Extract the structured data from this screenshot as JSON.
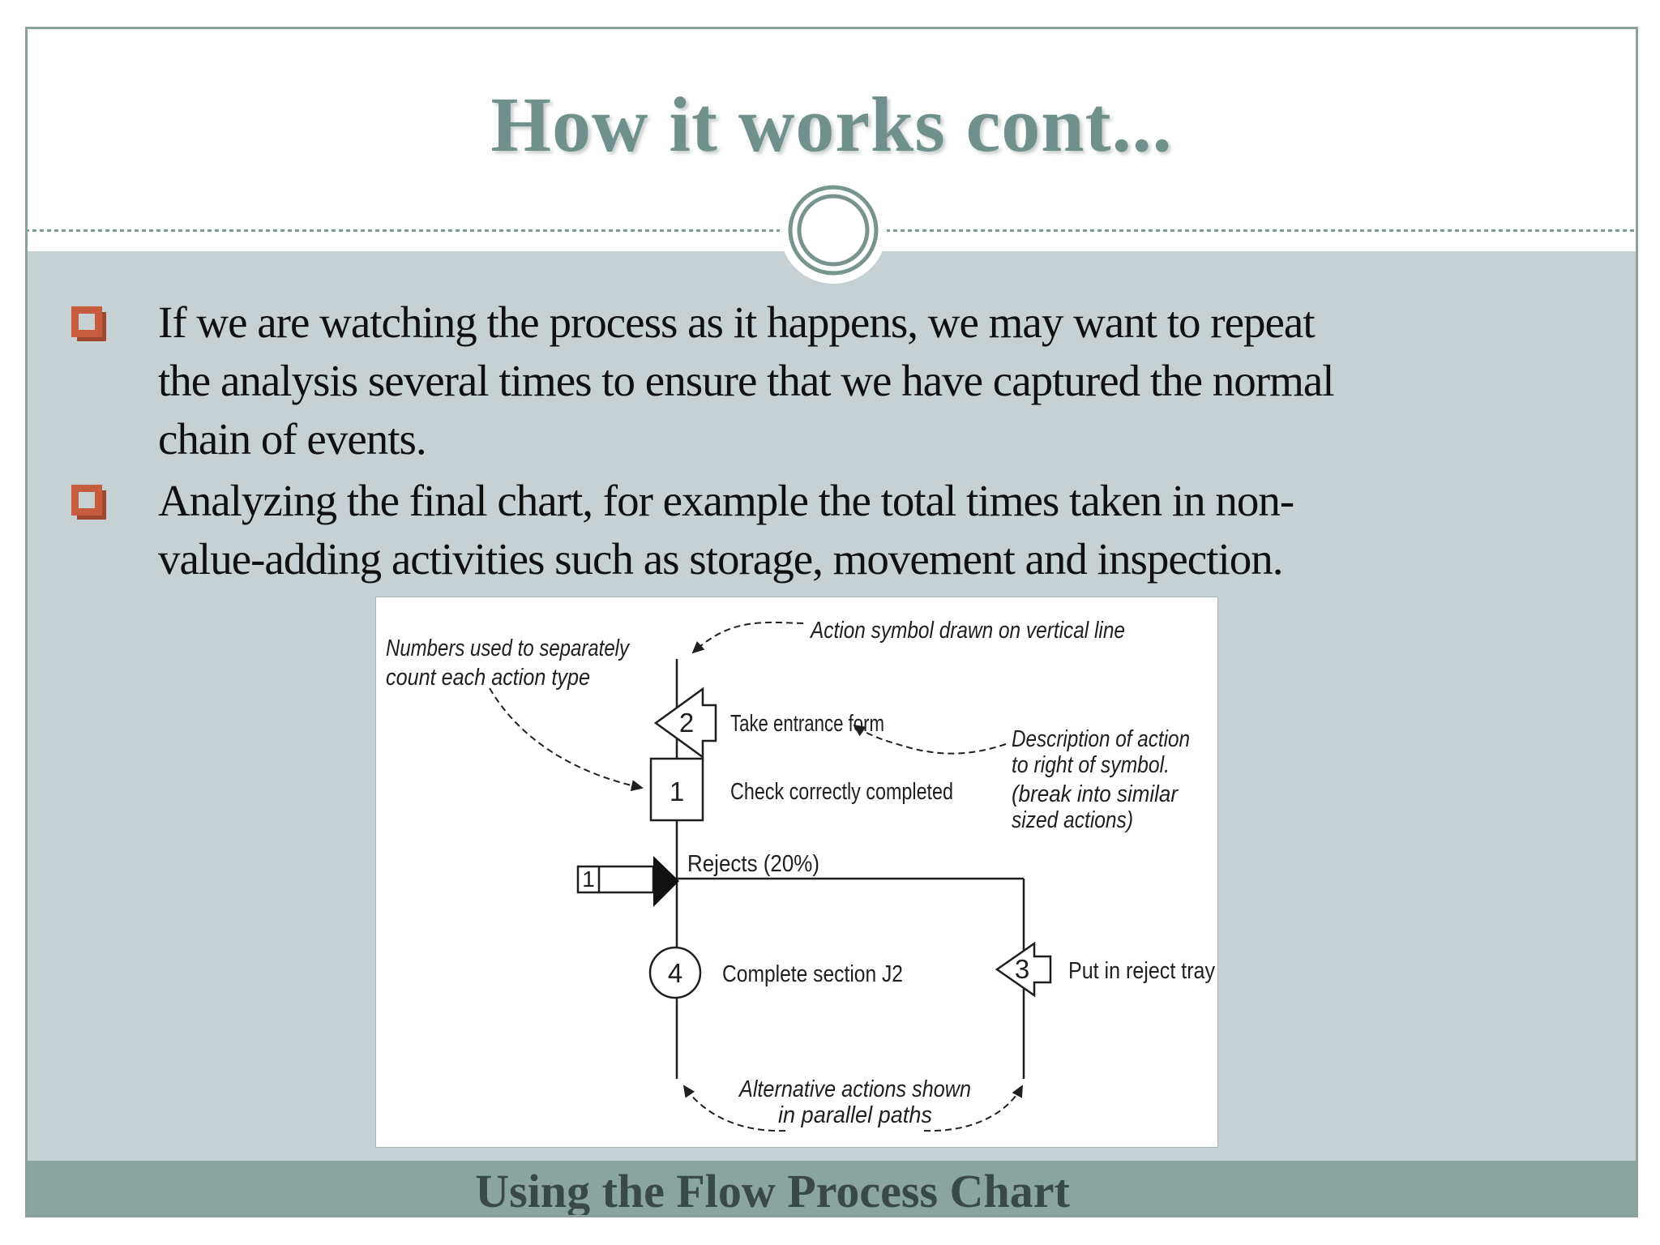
{
  "slide": {
    "title": "How it works cont...",
    "footer": "Using the Flow Process Chart",
    "bullets": [
      "If  we are watching the process as it happens, we may want to repeat\nthe analysis several times to ensure that we have captured the normal\nchain of events.",
      "Analyzing the final chart, for example the total times taken in non-\nvalue-adding activities such as storage, movement and inspection."
    ]
  },
  "colors": {
    "title-teal": "#6f908b",
    "divider-teal": "#7d9a96",
    "frame-border": "#8ca19b",
    "content-bg": "#c7d0d2",
    "footer-band": "#88a5a0",
    "footer-text": "#39494a",
    "bullet-orange": "#c75b3e",
    "bullet-orange-dark": "#a04730"
  },
  "diagram": {
    "nodes": [
      {
        "symbol": "move-arrow",
        "number": "2",
        "label": "Take entrance form"
      },
      {
        "symbol": "inspection-square",
        "number": "1",
        "label": "Check correctly completed"
      },
      {
        "symbol": "transport-arrow",
        "number": "1",
        "label": "Rejects (20%)"
      },
      {
        "symbol": "operation-circle",
        "number": "4",
        "label": "Complete section J2"
      },
      {
        "symbol": "move-arrow",
        "number": "3",
        "label": "Put in reject tray"
      }
    ],
    "annotations": {
      "numbers_note": [
        "Numbers used to separately",
        "count each action type"
      ],
      "action_note": "Action symbol drawn on vertical line",
      "description_note": [
        "Description of action",
        "to right of symbol.",
        "(break into similar",
        "sized actions)"
      ],
      "parallel_note": [
        "Alternative actions shown",
        "in parallel paths"
      ]
    }
  }
}
